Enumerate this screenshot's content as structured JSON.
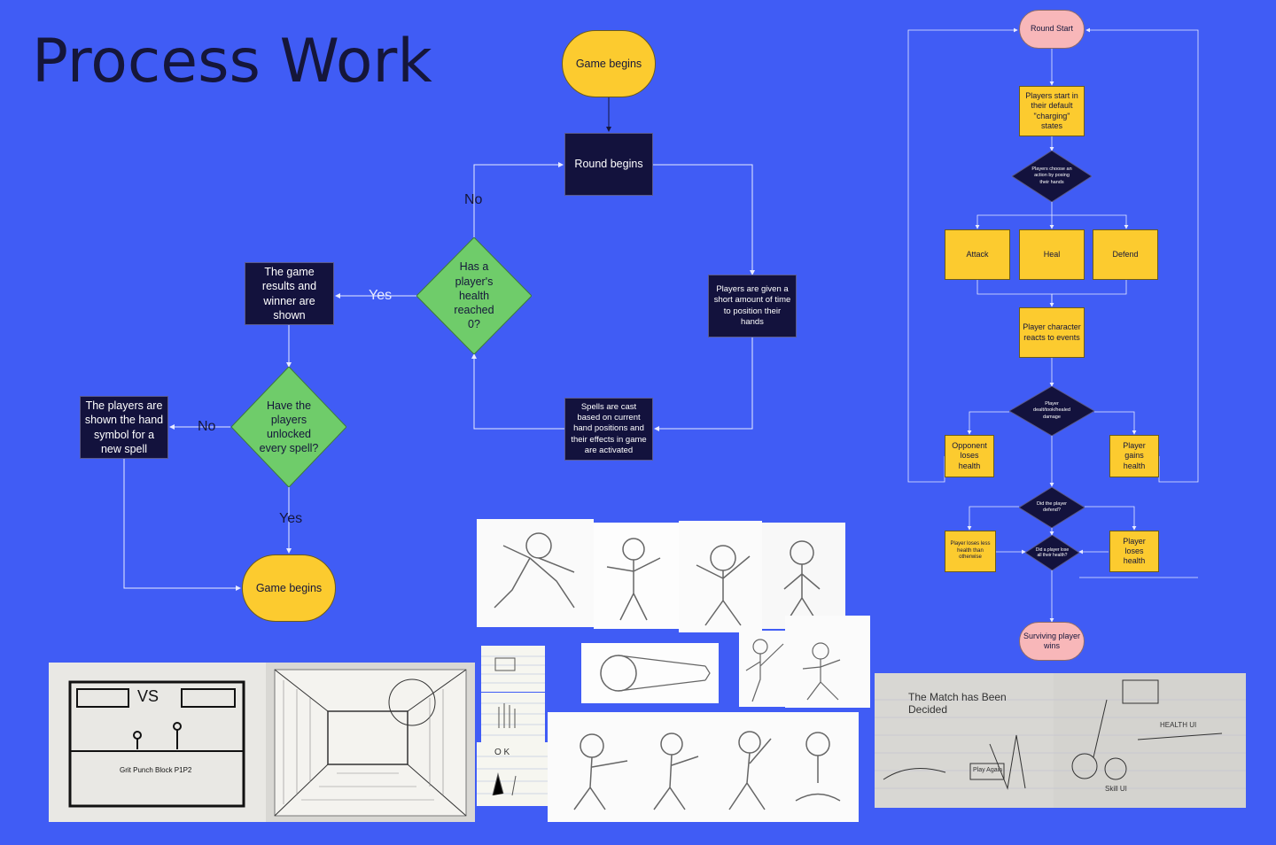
{
  "title": "Process Work",
  "colors": {
    "background": "#405cf5",
    "dark_box": "#13123d",
    "yellow": "#fccb2f",
    "green": "#6fcc6a",
    "pink": "#f8b7b9"
  },
  "left_flow": {
    "start": "Game begins",
    "round_begins": "Round begins",
    "position_hands": "Players are given a short amount of time to position their hands",
    "spells_cast": "Spells are cast based on current hand positions and their effects in game are activated",
    "health_check": "Has a player's health reached 0?",
    "results": "The game results and winner are shown",
    "unlocked_check": "Have the players unlocked every spell?",
    "hand_symbol": "The players are shown the hand symbol for a new spell",
    "end": "Game begins",
    "no_1": "No",
    "yes_1": "Yes",
    "no_2": "No",
    "yes_2": "Yes"
  },
  "right_flow": {
    "round_start": "Round Start",
    "default_state": "Players start in their default \"charging\" states",
    "choose_action": "Players choose an action by posing their hands",
    "attack": "Attack",
    "heal": "Heal",
    "defend": "Defend",
    "reacts": "Player character reacts to events",
    "dealt_took": "Player dealt/took/healed damage",
    "opponent_loses": "Opponent loses health",
    "player_gains": "Player gains health",
    "did_defend": "Did the player defend?",
    "loses_less": "Player loses less health than otherwise",
    "lose_all": "Did a player lose all their health?",
    "loses_health": "Player loses health",
    "surviving": "Surviving player wins"
  },
  "sketches": {
    "vs_sign": "VS",
    "match_decided": "The Match has Been Decided",
    "play_again": "Play Again",
    "health_ui": "HEALTH UI",
    "skill_ui": "Skill UI",
    "ok": "O K"
  },
  "icons": [
    "arrow-icon",
    "ninja-sketch-icon",
    "hand-sketch-icon"
  ]
}
